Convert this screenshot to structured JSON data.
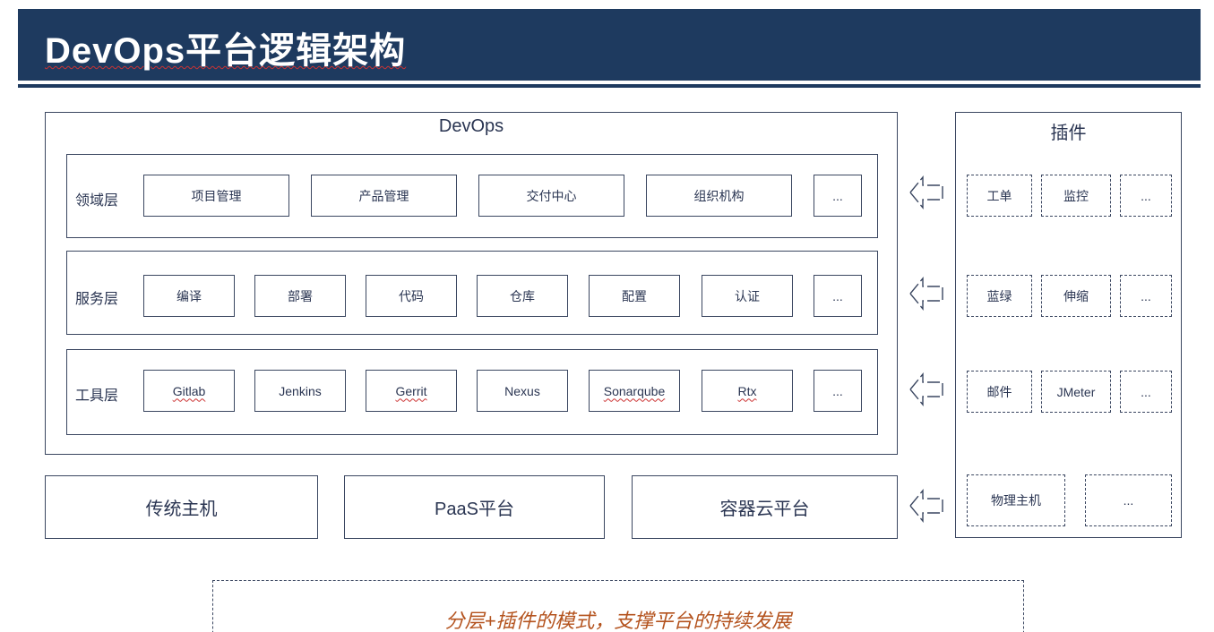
{
  "title": "DevOps平台逻辑架构",
  "devops": {
    "title": "DevOps",
    "layers": [
      {
        "name": "领域层",
        "items": [
          "项目管理",
          "产品管理",
          "交付中心",
          "组织机构",
          "..."
        ]
      },
      {
        "name": "服务层",
        "items": [
          "编译",
          "部署",
          "代码",
          "仓库",
          "配置",
          "认证",
          "..."
        ]
      },
      {
        "name": "工具层",
        "items": [
          "Gitlab",
          "Jenkins",
          "Gerrit",
          "Nexus",
          "Sonarqube",
          "Rtx",
          "..."
        ]
      }
    ]
  },
  "bottom": [
    "传统主机",
    "PaaS平台",
    "容器云平台"
  ],
  "plugins": {
    "title": "插件",
    "rows": [
      [
        "工单",
        "监控",
        "..."
      ],
      [
        "蓝绿",
        "伸缩",
        "..."
      ],
      [
        "邮件",
        "JMeter",
        "..."
      ],
      [
        "物理主机",
        "..."
      ]
    ]
  },
  "footer": "分层+插件的模式，支撑平台的持续发展",
  "colors": {
    "header": "#1e3a5f",
    "border": "#3a4660",
    "footer_text": "#b4531e"
  }
}
